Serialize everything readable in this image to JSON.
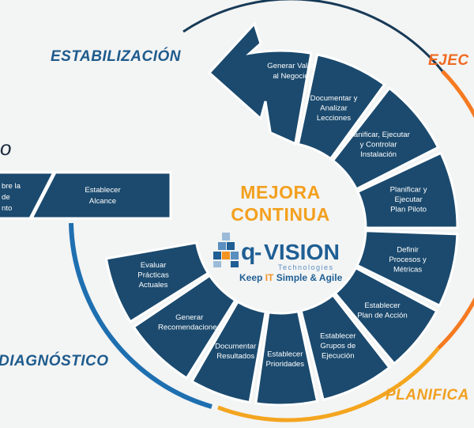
{
  "phases": {
    "estabilizacion": "ESTABILIZACIÓN",
    "ejecucion": "EJEC",
    "planificacion": "PLANIFICA",
    "diagnostico": "DIAGNÓSTICO"
  },
  "center": {
    "line1": "MEJORA",
    "line2": "CONTINUA"
  },
  "logo": {
    "q": "q",
    "dash": "-",
    "vision": "VISION",
    "sub": "Technologies",
    "tagline_pre": "Keep ",
    "tagline_it": "IT",
    "tagline_post": " Simple & Agile"
  },
  "partial_text": "o",
  "left_bar": {
    "frag1_line1": "bre la",
    "frag1_line2": "de",
    "frag1_line3": "nto",
    "label_line1": "Establecer",
    "label_line2": "Alcance"
  },
  "steps": [
    {
      "name": "evaluar",
      "lines": [
        "Evaluar",
        "Prácticas",
        "Actuales"
      ]
    },
    {
      "name": "generar-recomendaciones",
      "lines": [
        "Generar",
        "Recomendaciones"
      ]
    },
    {
      "name": "documentar-resultados",
      "lines": [
        "Documentar",
        "Resultados"
      ]
    },
    {
      "name": "establecer-prioridades",
      "lines": [
        "Establecer",
        "Prioridades"
      ]
    },
    {
      "name": "grupos-ejecucion",
      "lines": [
        "Establecer",
        "Grupos de",
        "Ejecución"
      ]
    },
    {
      "name": "plan-accion",
      "lines": [
        "Establecer",
        "Plan de Acción"
      ]
    },
    {
      "name": "definir-procesos",
      "lines": [
        "Definir",
        "Procesos y",
        "Métricas"
      ]
    },
    {
      "name": "plan-piloto",
      "lines": [
        "Planificar y",
        "Ejecutar",
        "Plan Piloto"
      ]
    },
    {
      "name": "instalacion",
      "lines": [
        "Planificar, Ejecutar",
        "y Controlar",
        "Instalación"
      ]
    },
    {
      "name": "lecciones",
      "lines": [
        "Documentar y",
        "Analizar",
        "Lecciones"
      ]
    },
    {
      "name": "generar-valor",
      "lines": [
        "Generar Valor",
        "al Negocio"
      ]
    }
  ],
  "colors": {
    "segment": "#1b4a6e",
    "blue_arc": "#1e6fb0",
    "orange_arc": "#f57a21",
    "gold_arc": "#f4a51f",
    "center_title": "#f3a01e"
  }
}
